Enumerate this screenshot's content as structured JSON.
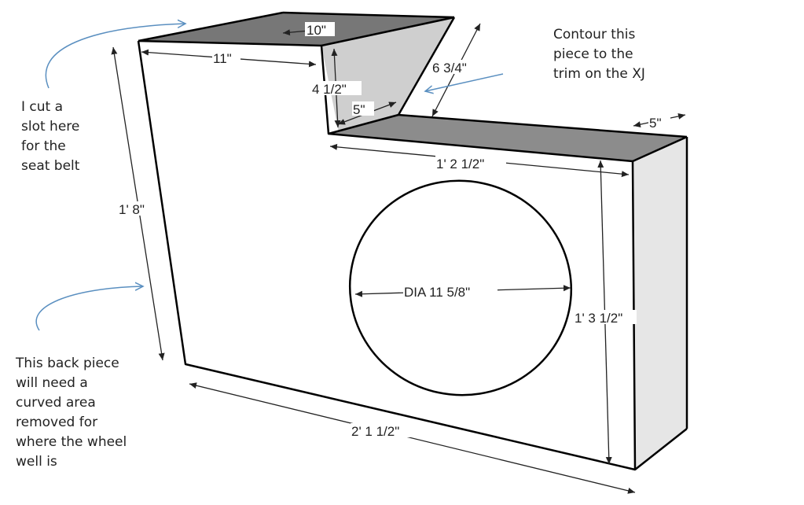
{
  "dimensions": {
    "top_depth": "10\"",
    "top_width": "11\"",
    "step_height": "4 1/2\"",
    "step_depth": "5\"",
    "slant_edge": "6 3/4\"",
    "right_depth": "5\"",
    "lower_top_width": "1' 2 1/2\"",
    "left_height": "1' 8\"",
    "right_height": "1' 3 1/2\"",
    "bottom_width": "2' 1 1/2\"",
    "hole_diameter": "DIA 11 5/8\""
  },
  "notes": {
    "seatbelt": "I cut a\nslot here\nfor the\nseat belt",
    "back_piece": "This back piece\nwill need  a\ncurved area\nremoved for\nwhere the wheel\nwell is",
    "contour": "Contour this\npiece to the\ntrim on the XJ"
  },
  "colors": {
    "top_face": "#777777",
    "top_face_light": "#8c8c8c",
    "slant_face": "#cfcfcf",
    "side_face": "#e6e6e6",
    "front_face": "#ffffff",
    "edge": "#000000",
    "annotation_arrow": "#5a8fc0"
  }
}
